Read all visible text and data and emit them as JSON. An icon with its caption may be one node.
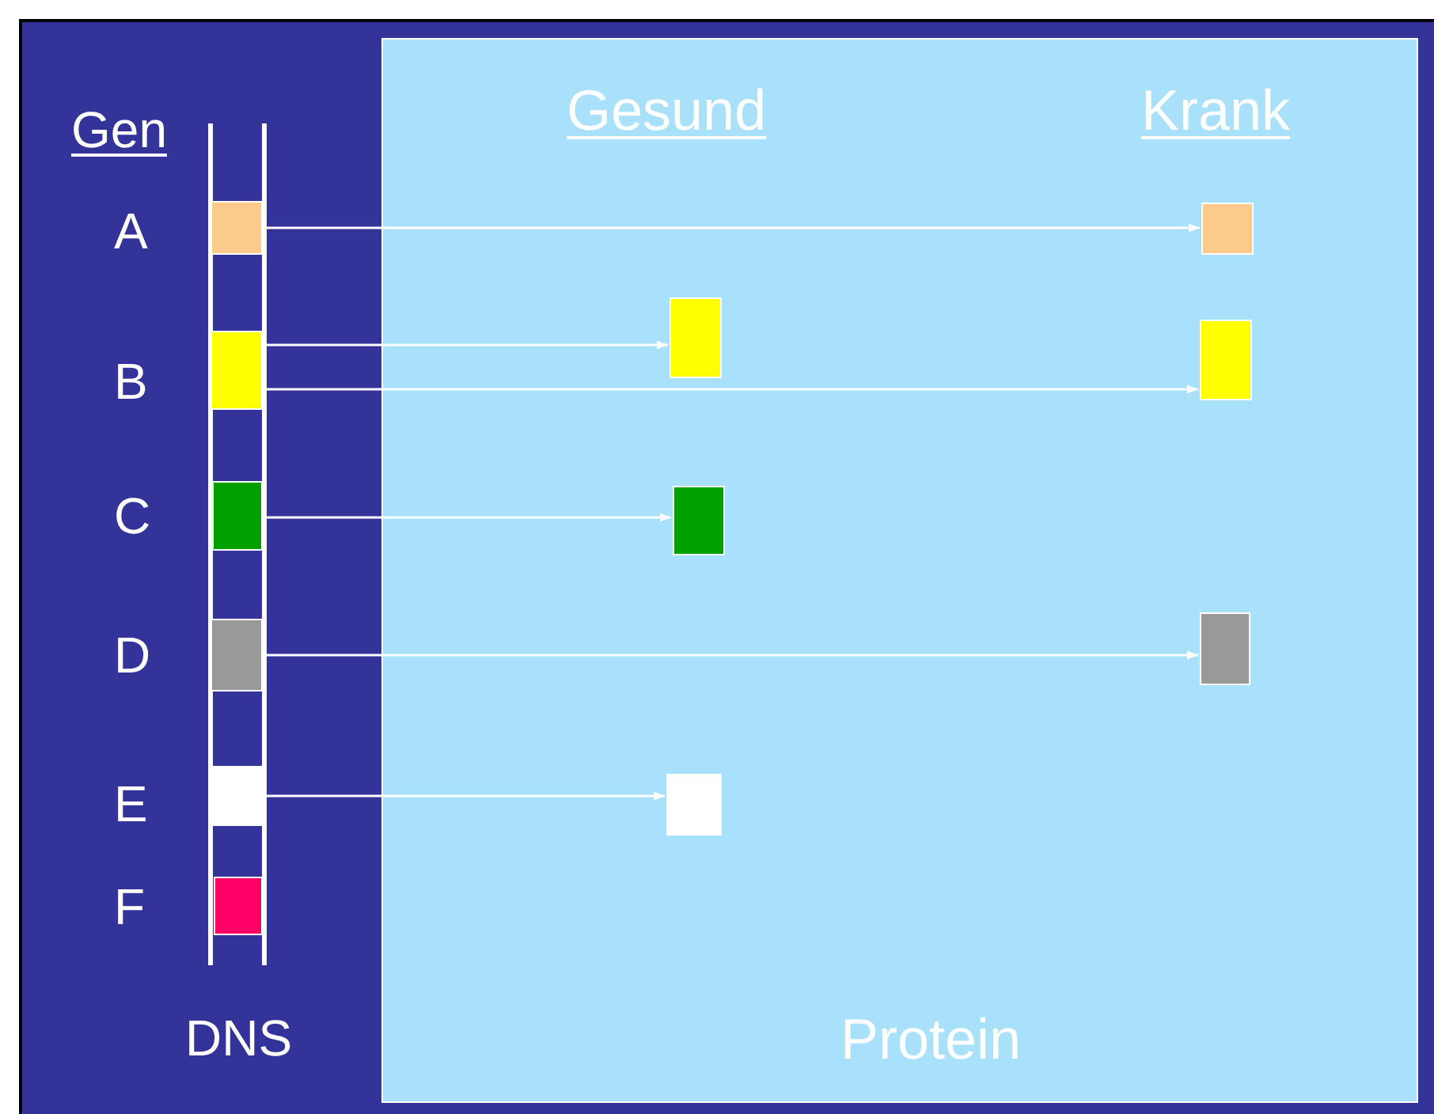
{
  "diagram": {
    "nodes": [
      {
        "text": [
          "Protein"
        ]
      },
      {
        "text": [],
        "shape": "box",
        "beside": [
          "A"
        ]
      },
      {
        "text": [],
        "shape": "box",
        "beside": [
          "B"
        ]
      },
      {
        "text": [],
        "shape": "box",
        "beside": [
          "C"
        ]
      },
      {
        "text": [],
        "shape": "box",
        "beside": [
          "D"
        ]
      },
      {
        "text": [],
        "shape": "box",
        "beside": [
          "E"
        ]
      },
      {
        "text": [],
        "shape": "box",
        "beside": [
          "F"
        ]
      },
      {
        "text": [],
        "shape": "box",
        "in": 0
      },
      {
        "text": [],
        "shape": "box",
        "in": 0
      },
      {
        "text": [],
        "shape": "box",
        "in": 0
      },
      {
        "text": [],
        "shape": "box",
        "in": 0
      },
      {
        "text": [],
        "shape": "box",
        "in": 0
      },
      {
        "text": [],
        "shape": "box",
        "in": 0
      }
    ],
    "edges": [
      {
        "from": 1,
        "to": 10,
        "arrow": "to"
      },
      {
        "from": 2,
        "to": 7,
        "arrow": "to"
      },
      {
        "from": 2,
        "to": 11,
        "arrow": "to"
      },
      {
        "from": 3,
        "to": 8,
        "arrow": "to"
      },
      {
        "from": 4,
        "to": 12,
        "arrow": "to"
      },
      {
        "from": 5,
        "to": 9,
        "arrow": "to"
      }
    ],
    "labels": [
      "Gen",
      "Gesund",
      "Krank",
      "DNS"
    ]
  }
}
